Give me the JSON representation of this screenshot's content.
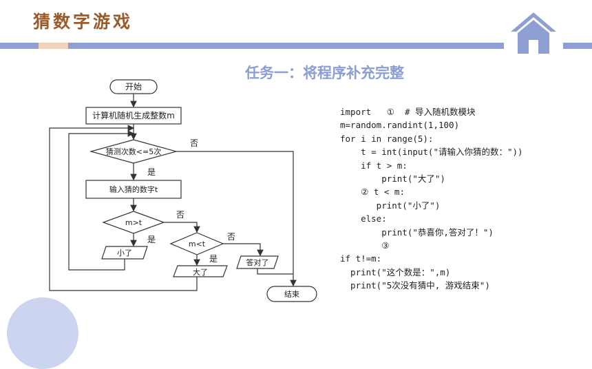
{
  "header": {
    "title": "猜数字游戏",
    "task_title": "任务一：将程序补充完整"
  },
  "icons": {
    "home": "home-icon"
  },
  "colors": {
    "title": "#9c5a2a",
    "bar": "#8f9fd3",
    "bar_accent": "#f1d1b8",
    "task": "#8c9dd6"
  },
  "flowchart": {
    "start": "开始",
    "generate": "计算机随机生成整数m",
    "loop_condition": "猜测次数<=5次",
    "no_label": "否",
    "yes_label": "是",
    "input": "输入猜的数字t",
    "cond_gt": "m>t",
    "gt_no": "否",
    "gt_yes": "是",
    "out_small": "小了",
    "cond_lt": "m<t",
    "lt_no": "否",
    "lt_yes": "是",
    "out_big": "大了",
    "out_correct": "答对了",
    "end": "结束"
  },
  "code": {
    "lines": [
      "import   ①  # 导入随机数模块",
      "m=random.randint(1,100)",
      "for i in range(5):",
      "    t = int(input(\"请输入你猜的数：\"))",
      "    if t > m:",
      "        print(\"大了\")",
      "    ② t < m:",
      "       print(\"小了\")",
      "    else:",
      "        print(\"恭喜你,答对了！\")",
      "        ③",
      "if t!=m:",
      "  print(\"这个数是：\",m)",
      "  print(\"5次没有猜中, 游戏结束\")"
    ]
  }
}
